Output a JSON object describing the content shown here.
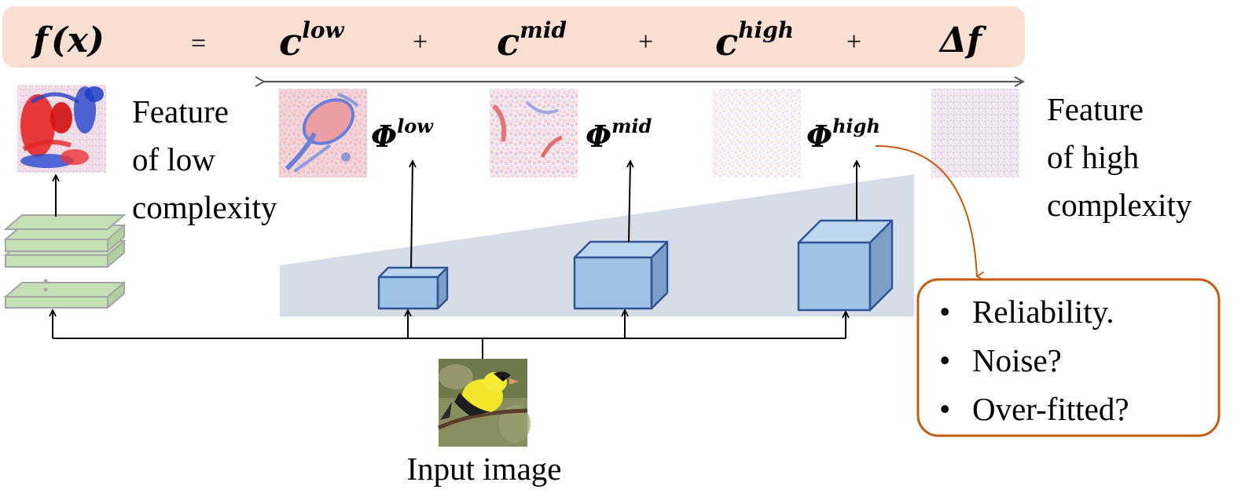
{
  "equation": {
    "lhs_fn": "f",
    "lhs_arg": "(x)",
    "equals": "=",
    "term_low_base": "c",
    "term_low_sup": "low",
    "plus1": "+",
    "term_mid_base": "c",
    "term_mid_sup": "mid",
    "plus2": "+",
    "term_high_base": "c",
    "term_high_sup": "high",
    "plus3": "+",
    "delta": "Δf"
  },
  "phi": {
    "low_base": "Φ",
    "low_sup": "low",
    "mid_base": "Φ",
    "mid_sup": "mid",
    "high_base": "Φ",
    "high_sup": "high"
  },
  "left_label": [
    "Feature",
    "of low",
    "complexity"
  ],
  "right_label": [
    "Feature",
    "of high",
    "complexity"
  ],
  "input_label": "Input image",
  "concerns": [
    "Reliability.",
    "Noise?",
    "Over-fitted?"
  ],
  "colors": {
    "equation_band": "#f9dfd1",
    "wedge": "#d6dde8",
    "cube_front": "#9dc3e6",
    "cube_top": "#bdd7ee",
    "cube_side": "#7b9fc7",
    "cube_edge": "#2f5597",
    "layer_fill": "#c5e0b4",
    "layer_edge": "#a6a6a6",
    "callout_border": "#c55a11",
    "curve": "#c55a11",
    "axis_arrow": "#595959"
  }
}
